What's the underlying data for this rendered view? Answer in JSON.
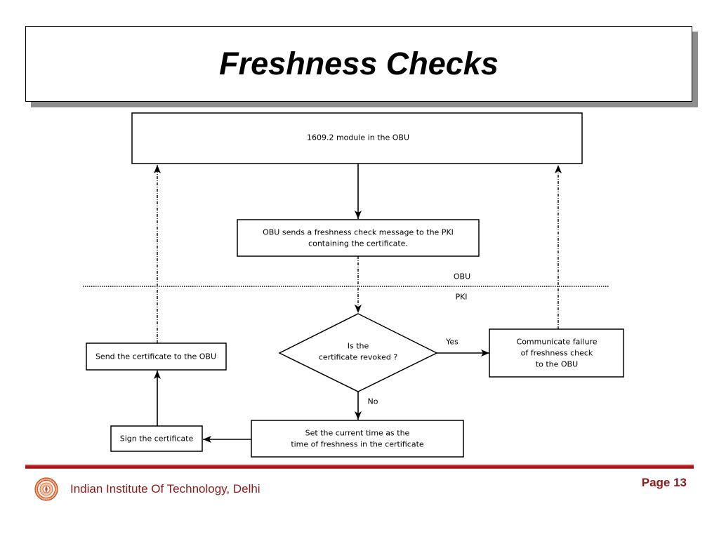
{
  "slide": {
    "title": "Freshness Checks",
    "institute": "Indian Institute Of Technology, Delhi",
    "page": "Page 13",
    "logo_icon": "iit-delhi-emblem-icon"
  },
  "diagram": {
    "lanes": {
      "upper": "OBU",
      "lower": "PKI"
    },
    "nodes": {
      "module": {
        "lines": [
          "1609.2 module in the OBU"
        ]
      },
      "send_check": {
        "lines": [
          "OBU sends a freshness check message to the PKI",
          "containing the certificate."
        ]
      },
      "revoked": {
        "lines": [
          "Is the",
          "certificate revoked ?"
        ]
      },
      "failure": {
        "lines": [
          "Communicate failure",
          "of freshness check",
          "to the OBU"
        ]
      },
      "set_time": {
        "lines": [
          "Set the current time as the",
          "time of freshness in the certificate"
        ]
      },
      "sign": {
        "lines": [
          "Sign the certificate"
        ]
      },
      "send_cert": {
        "lines": [
          "Send the certificate to the OBU"
        ]
      }
    },
    "edges": {
      "yes": "Yes",
      "no": "No"
    }
  },
  "colors": {
    "accent": "#b5121b",
    "footer_text": "#8b1a1a",
    "title_shadow": "#8d8d8d"
  }
}
